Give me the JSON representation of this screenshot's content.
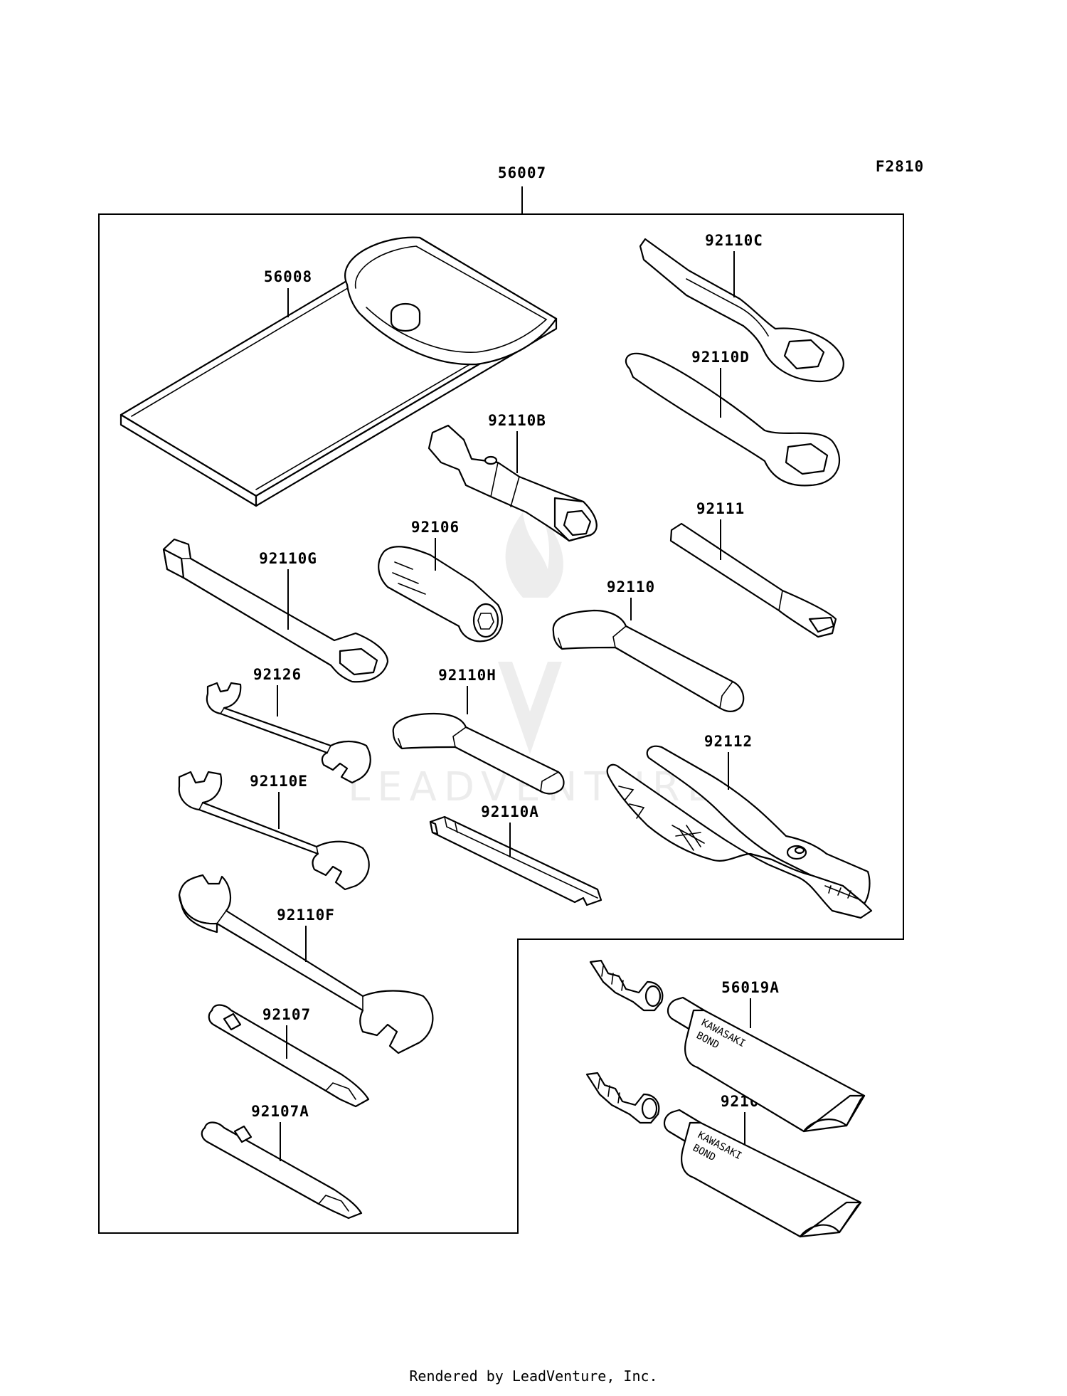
{
  "figure_code": "F2810",
  "parts": [
    {
      "id": "56007"
    },
    {
      "id": "56008"
    },
    {
      "id": "92110C"
    },
    {
      "id": "92110D"
    },
    {
      "id": "92110B"
    },
    {
      "id": "92106"
    },
    {
      "id": "92111"
    },
    {
      "id": "92110G"
    },
    {
      "id": "92110"
    },
    {
      "id": "92126"
    },
    {
      "id": "92110H"
    },
    {
      "id": "92112"
    },
    {
      "id": "92110E"
    },
    {
      "id": "92110A"
    },
    {
      "id": "92110F"
    },
    {
      "id": "56019A"
    },
    {
      "id": "92107"
    },
    {
      "id": "92104"
    },
    {
      "id": "92107A"
    }
  ],
  "tube_text": {
    "line1": "KAWASAKI",
    "line2": "BOND"
  },
  "watermark": {
    "brand": "LEADVENTURE"
  },
  "footer": "Rendered by LeadVenture, Inc."
}
